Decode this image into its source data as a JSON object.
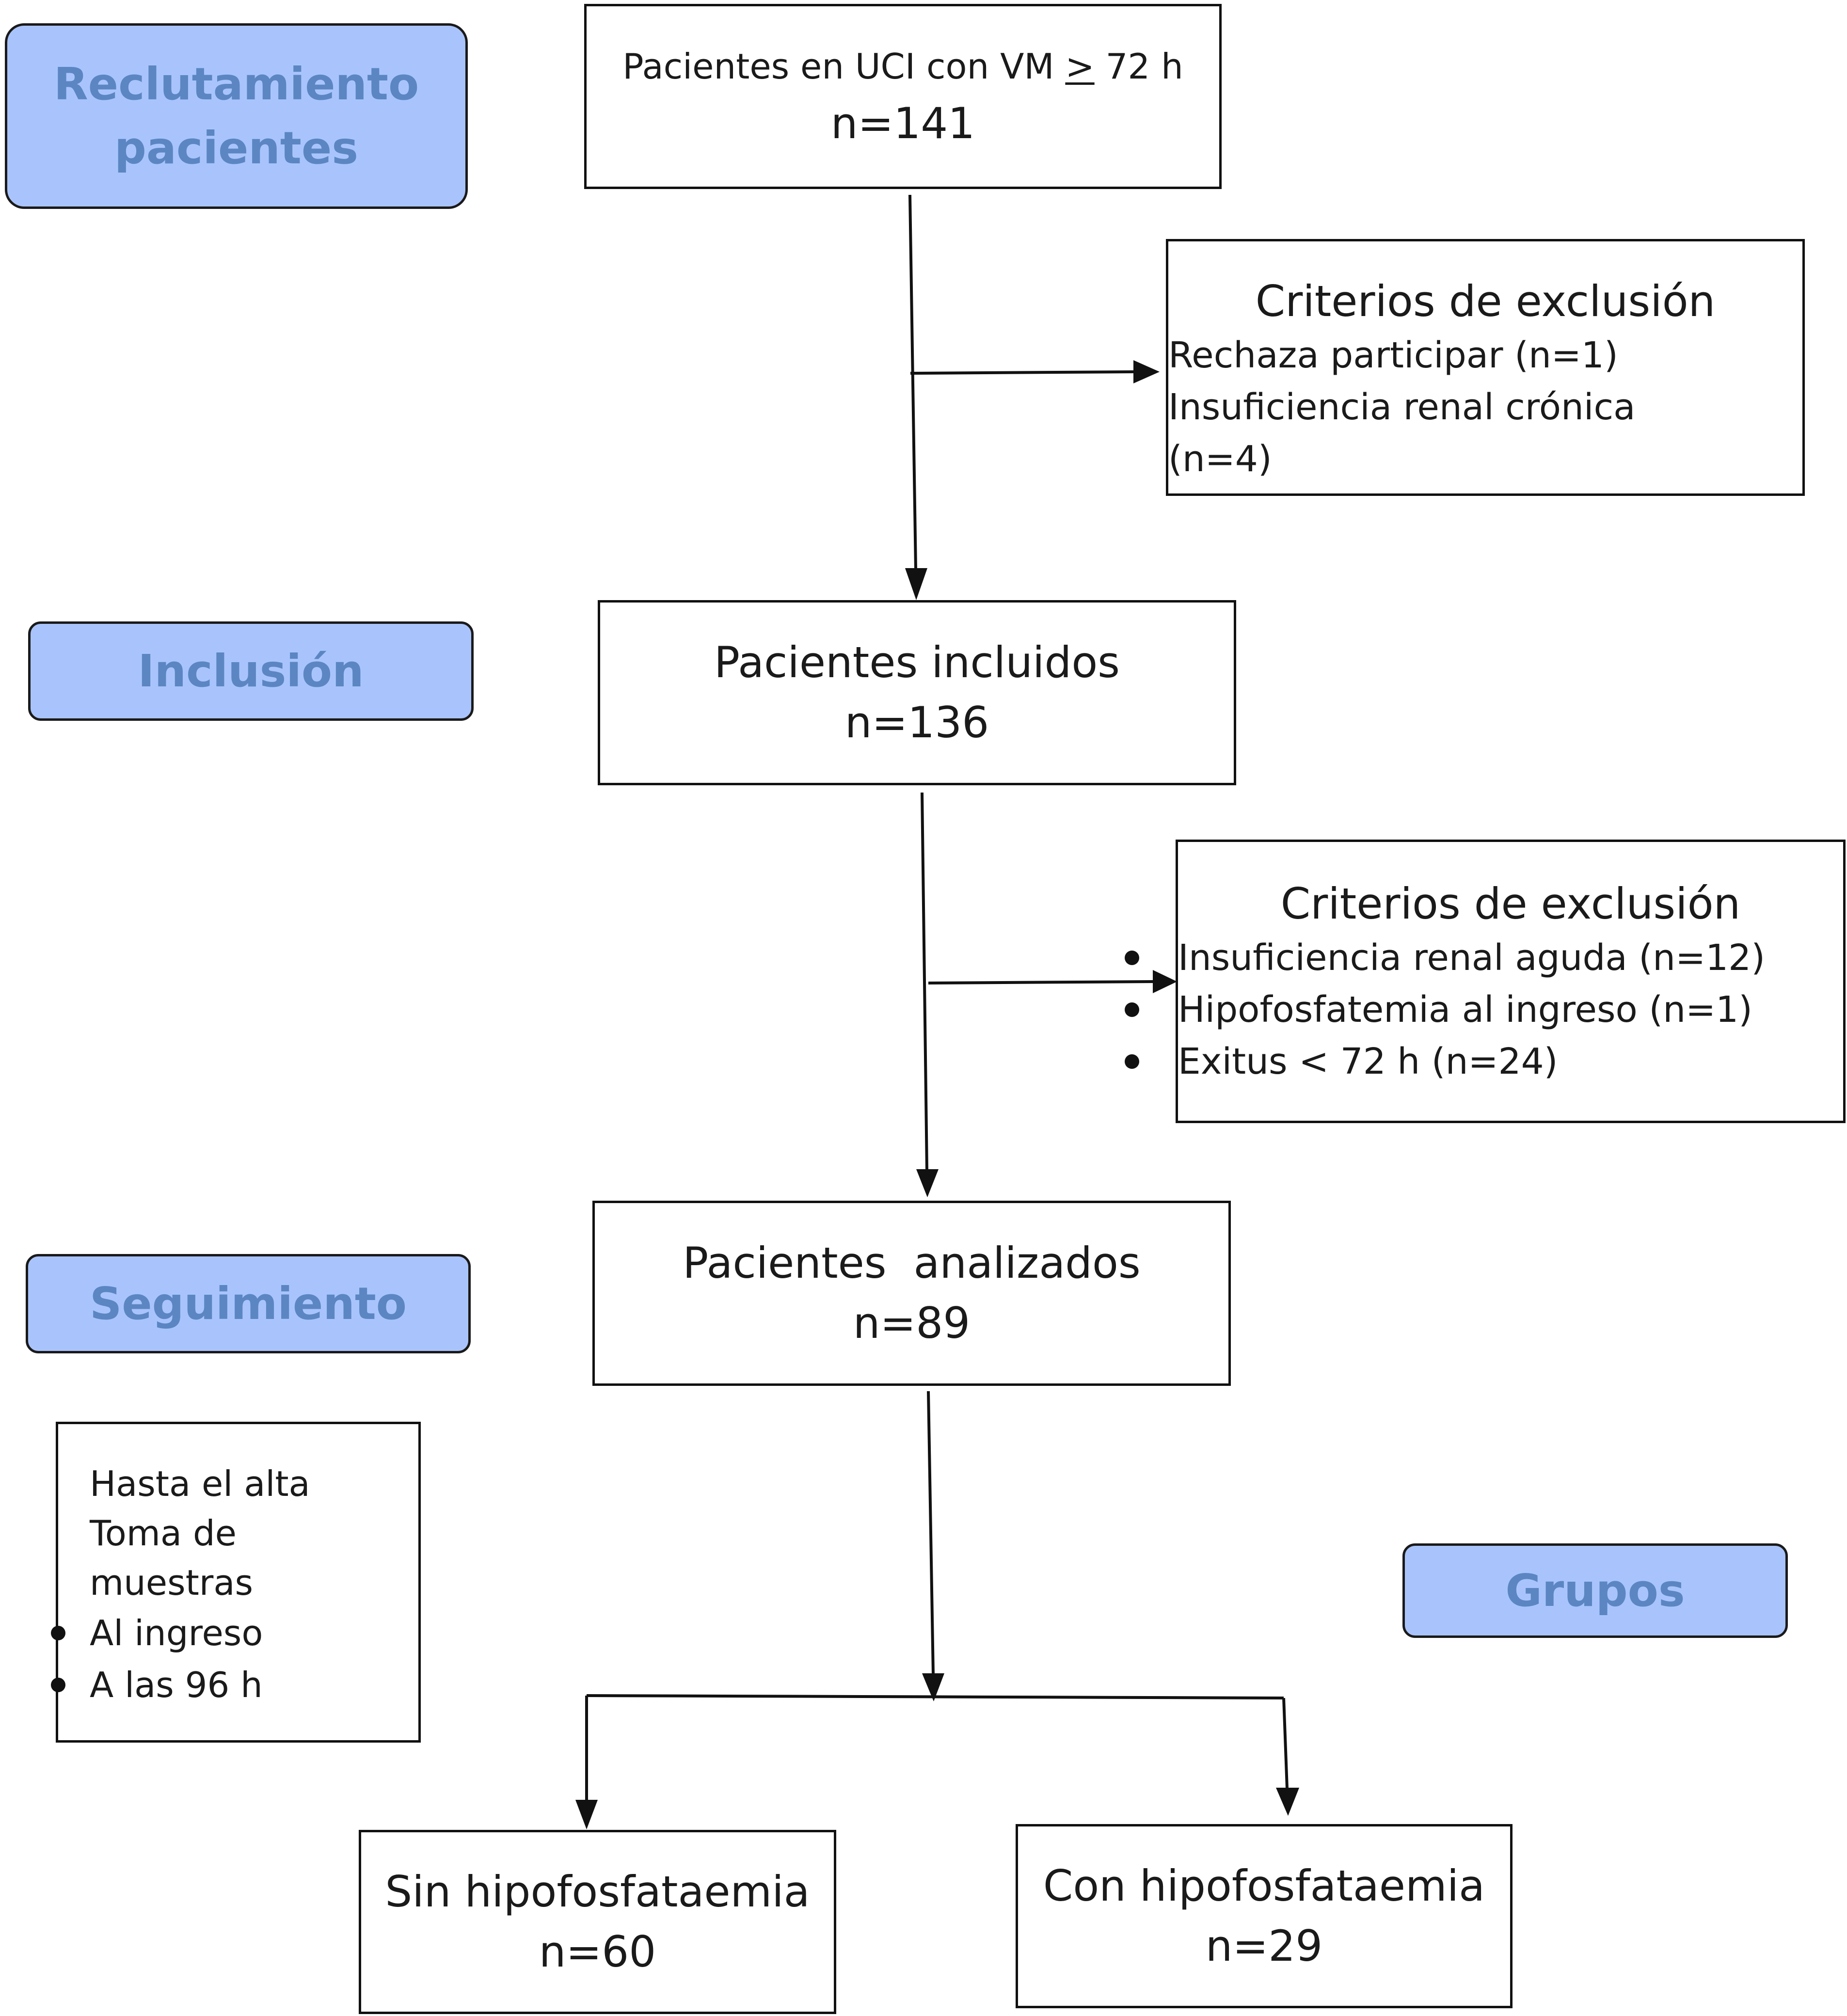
{
  "colors": {
    "label_fill": "#a9c4fc",
    "label_text": "#5b86c2",
    "line": "#111111"
  },
  "labels": {
    "recruitment_line1": "Reclutamiento",
    "recruitment_line2": "pacientes",
    "inclusion": "Inclusión",
    "followup": "Seguimiento",
    "groups": "Grupos"
  },
  "screened": {
    "title_pre": "Pacientes en UCI con VM ",
    "title_ge": ">",
    "title_post": " 72 h",
    "count": "n=141"
  },
  "exclusion1": {
    "title": "Criterios de exclusión",
    "items": [
      "Rechaza participar (n=1)",
      "Insuficiencia renal crónica",
      "(n=4)"
    ]
  },
  "included": {
    "title": "Pacientes incluidos",
    "count": "n=136"
  },
  "exclusion2": {
    "title": "Criterios de exclusión",
    "items": [
      "Insuficiencia renal aguda (n=12)",
      "Hipofosfatemia al ingreso (n=1)",
      "Exitus < 72 h (n=24)"
    ]
  },
  "analyzed": {
    "title": "Pacientes  analizados",
    "count": "n=89"
  },
  "followup_box": {
    "lines": [
      "Hasta el alta",
      "Toma de",
      "muestras"
    ],
    "items": [
      "Al ingreso",
      "A las 96 h"
    ]
  },
  "group_without": {
    "title": "Sin hipofosfataemia",
    "count": "n=60"
  },
  "group_with": {
    "title": "Con hipofosfataemia",
    "count": "n=29"
  }
}
